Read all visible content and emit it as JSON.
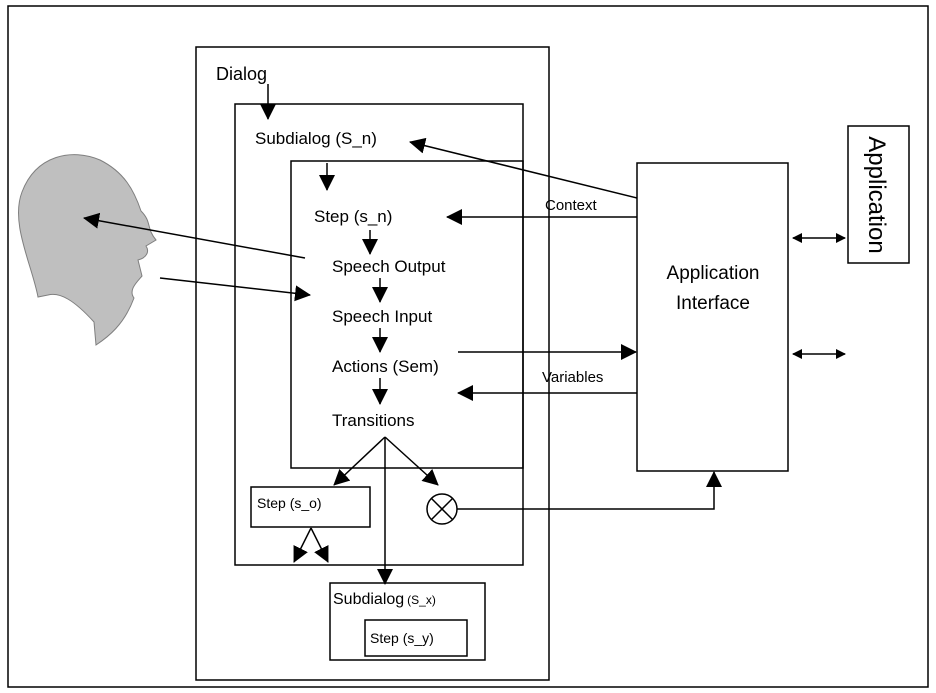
{
  "labels": {
    "dialog": "Dialog",
    "subdialog": "Subdialog (S_n)",
    "step": "Step (s_n)",
    "speech_output": "Speech Output",
    "speech_input": "Speech Input",
    "actions": "Actions (Sem)",
    "transitions": "Transitions",
    "step_o": "Step (s_o)",
    "subdialog_x_main": "Subdialog",
    "subdialog_x_sub": "(S_x)",
    "step_y": "Step (s_y)",
    "context": "Context",
    "variables": "Variables",
    "app_interface_line1": "Application",
    "app_interface_line2": "Interface",
    "application": "Application"
  },
  "colors": {
    "head_fill": "#bfbfbf",
    "stroke": "#000000",
    "background": "#ffffff"
  },
  "icons": {
    "head": "human-head-icon",
    "terminator": "circled-x-icon"
  }
}
